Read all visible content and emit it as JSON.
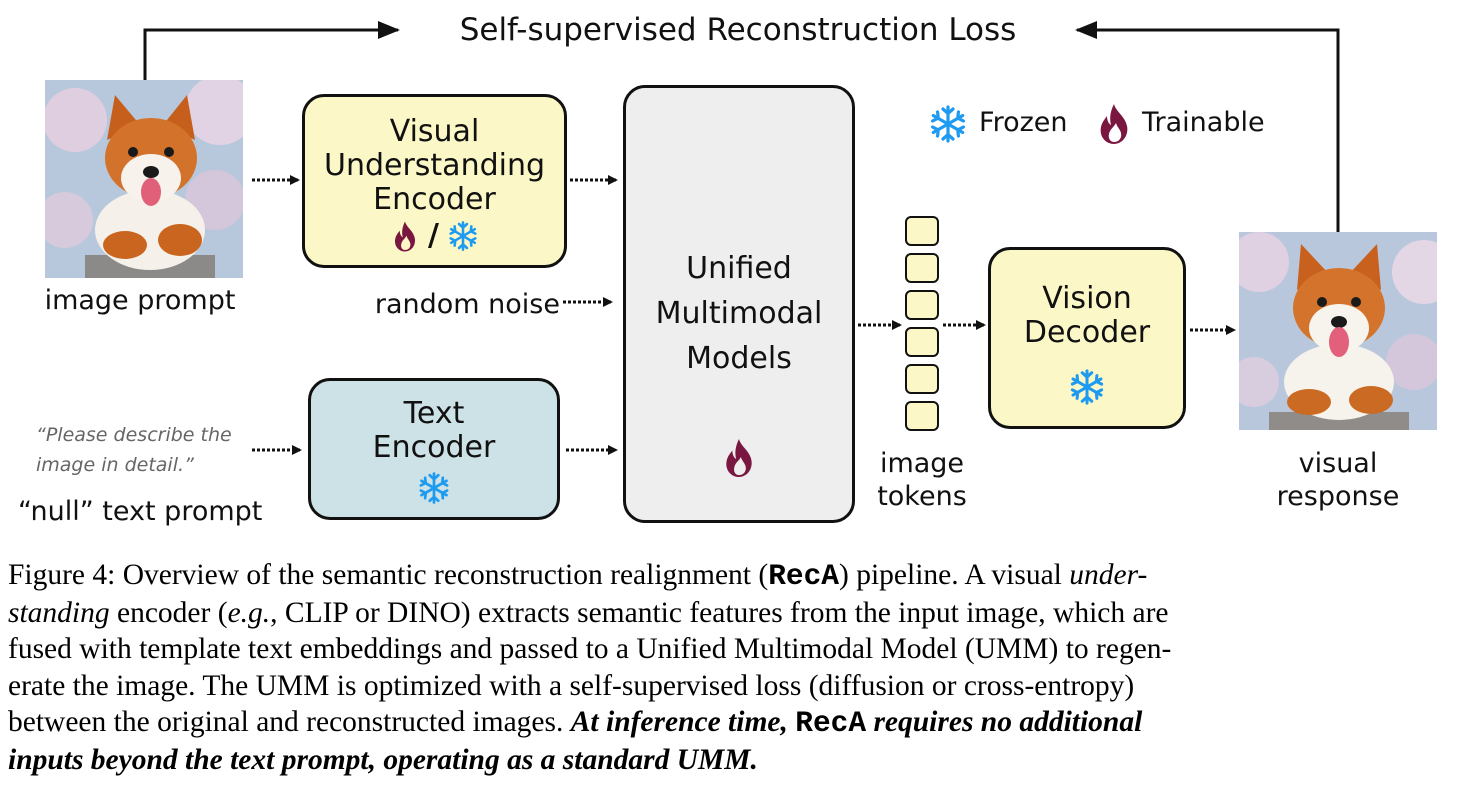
{
  "diagram": {
    "loss_label": "Self-supervised Reconstruction Loss",
    "legend": {
      "frozen": "Frozen",
      "trainable": "Trainable"
    },
    "image_prompt_label": "image prompt",
    "visual_encoder": {
      "line1": "Visual",
      "line2": "Understanding",
      "line3": "Encoder",
      "separator": "/"
    },
    "random_noise_label": "random noise",
    "text_prompt_quote_line1": "“Please describe the",
    "text_prompt_quote_line2": "image in detail.”",
    "null_prompt_label": "“null” text prompt",
    "text_encoder": {
      "line1": "Text",
      "line2": "Encoder"
    },
    "umm": {
      "line1": "Unified",
      "line2": "Multimodal",
      "line3": "Models"
    },
    "tokens_label": {
      "line1": "image",
      "line2": "tokens"
    },
    "vision_decoder": {
      "line1": "Vision",
      "line2": "Decoder"
    },
    "visual_response_label": {
      "line1": "visual",
      "line2": "response"
    },
    "colors": {
      "encoder_fill": "#fbf7c6",
      "text_encoder_fill": "#cde2e6",
      "umm_fill": "#eeeeee",
      "frozen_icon": "#1e9bf0",
      "trainable_icon": "#7a1740"
    },
    "icons": [
      "snowflake-icon",
      "flame-icon",
      "arrow-icon",
      "dog-image"
    ]
  },
  "caption": {
    "l1_a": "Figure 4: Overview of the semantic reconstruction realignment (",
    "l1_code": "RecA",
    "l1_b": ") pipeline. A visual ",
    "l1_it": "under-",
    "l2_it": "standing",
    "l2_a": " encoder (",
    "l2_eg": "e.g.",
    "l2_b": ", CLIP or DINO) extracts semantic features from the input image, which are",
    "l3": "fused with template text embeddings and passed to a Unified Multimodal Model (UMM) to regen-",
    "l4": "erate the image. The UMM is optimized with a self-supervised loss (diffusion or cross-entropy)",
    "l5_a": "between the original and reconstructed images. ",
    "l5_b1": "At inference time, ",
    "l5_code": "RecA",
    "l5_b2": " requires no additional",
    "l6": "inputs beyond the text prompt, operating as a standard UMM."
  }
}
